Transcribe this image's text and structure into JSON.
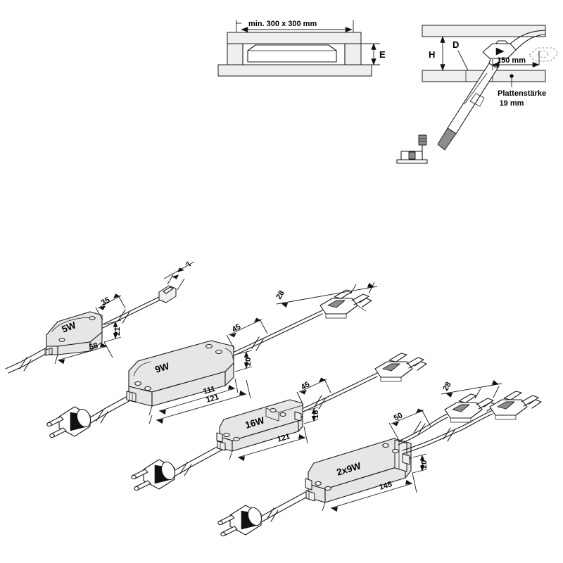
{
  "figure": {
    "title": "LED driver mounting diagrams and power supply unit dimensions",
    "background_color": "#ffffff",
    "line_color": "#1a1a1a",
    "fill_gray": "#e6e6e6"
  },
  "top_left_diagram": {
    "name": "recess-mounting-section",
    "dimension_label": "min. 300 x 300 mm",
    "height_label": "E"
  },
  "top_right_diagram": {
    "name": "cable-routing-section",
    "height_label": "H",
    "depth_label": "D",
    "cable_length_label": "150 mm",
    "panel_note_line1": "Plattenstärke",
    "panel_note_line2": "19 mm"
  },
  "units": [
    {
      "id": "5w",
      "label": "5W",
      "dims": {
        "cable_out": "35",
        "height": "21",
        "length": "58",
        "connector": "7"
      }
    },
    {
      "id": "9w",
      "label": "9W",
      "dims": {
        "cable_out": "45",
        "connector": "28",
        "height": "20",
        "body_length": "111",
        "overall_length": "121"
      }
    },
    {
      "id": "16w",
      "label": "16W",
      "dims": {
        "cable_out": "45",
        "height": "16",
        "overall_length": "121"
      }
    },
    {
      "id": "2x9w",
      "label": "2x9W",
      "dims": {
        "cable_out": "50",
        "connector": "28",
        "height": "20",
        "overall_length": "145"
      }
    }
  ]
}
